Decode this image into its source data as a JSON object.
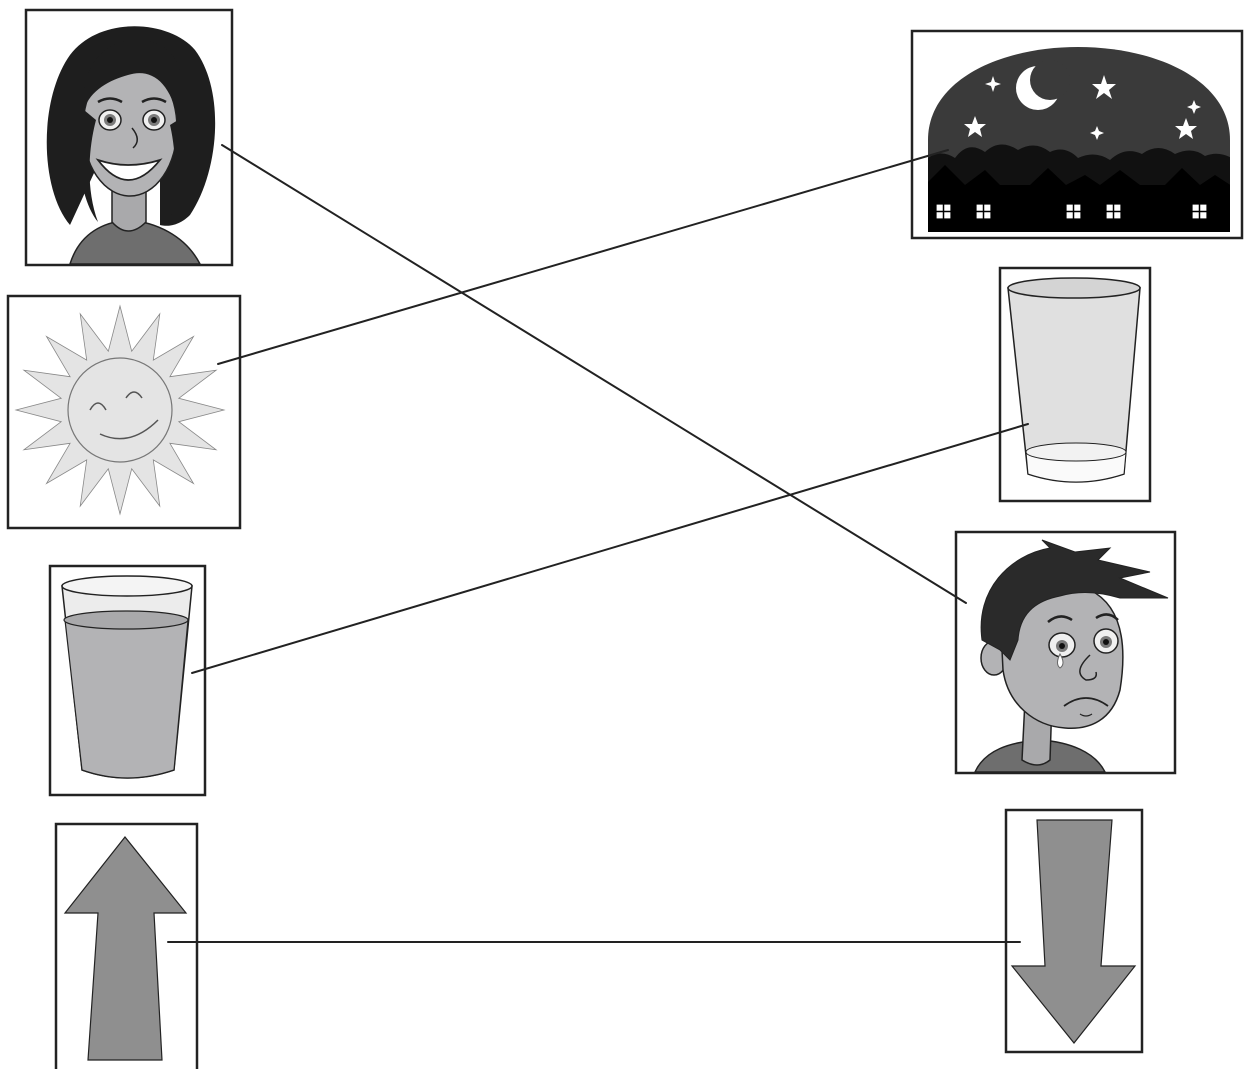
{
  "worksheet": {
    "left_column": [
      {
        "picture": "smiling-woman",
        "icon": "happy-woman-icon"
      },
      {
        "picture": "smiling-sun",
        "icon": "sun-icon"
      },
      {
        "picture": "full-glass",
        "icon": "full-glass-icon"
      },
      {
        "picture": "up-arrow",
        "icon": "arrow-up-icon"
      }
    ],
    "right_column": [
      {
        "picture": "night-sky",
        "icon": "night-sky-icon"
      },
      {
        "picture": "empty-glass",
        "icon": "empty-glass-icon"
      },
      {
        "picture": "crying-boy",
        "icon": "sad-boy-icon"
      },
      {
        "picture": "down-arrow",
        "icon": "arrow-down-icon"
      }
    ],
    "matches": [
      {
        "left": "smiling-woman",
        "right": "crying-boy"
      },
      {
        "left": "smiling-sun",
        "right": "night-sky"
      },
      {
        "left": "full-glass",
        "right": "empty-glass"
      },
      {
        "left": "up-arrow",
        "right": "down-arrow"
      }
    ],
    "colors": {
      "frame": "#222222",
      "line": "#222222",
      "dark": "#2a2a2a",
      "skin": "#b3b3b5",
      "arrow_fill": "#8f8f8f",
      "sun_fill": "#e4e4e4"
    }
  }
}
